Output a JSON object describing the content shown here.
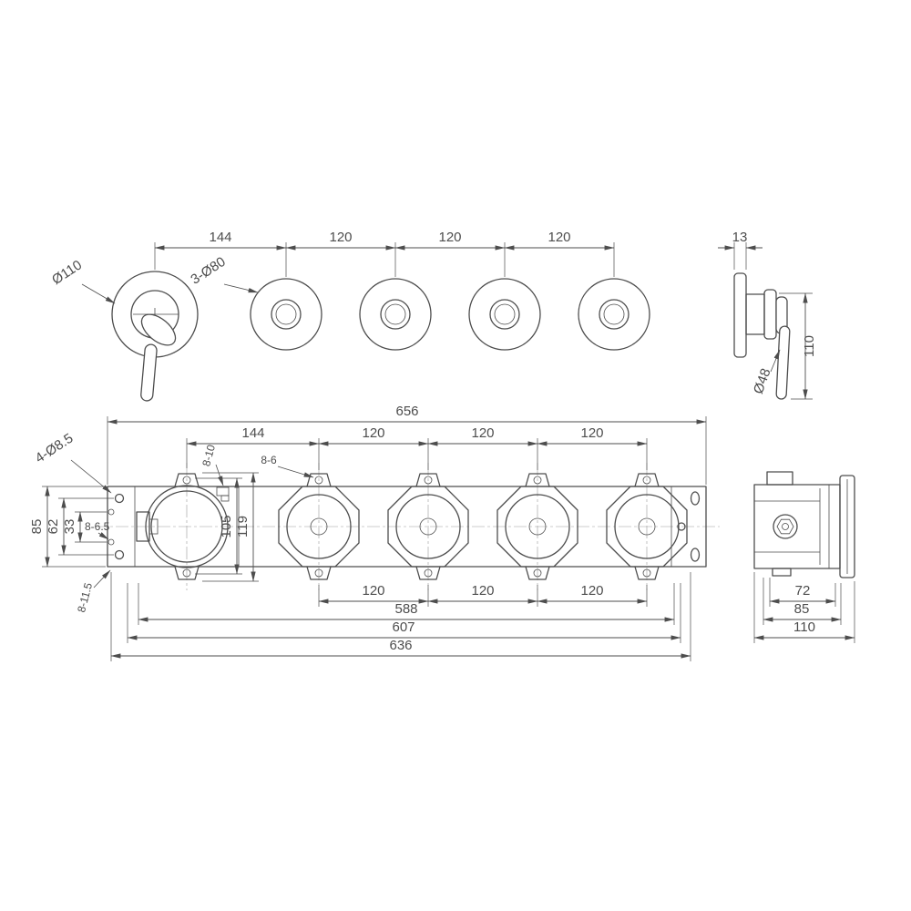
{
  "front_view": {
    "dim_144": "144",
    "dim_120_1": "120",
    "dim_120_2": "120",
    "dim_120_3": "120",
    "label_dia110": "Ø110",
    "label_3_dia80": "3-Ø80"
  },
  "front_side_view": {
    "dim_13": "13",
    "dim_110": "110",
    "label_dia48": "Ø48"
  },
  "plan_view": {
    "dim_656": "656",
    "dim_144": "144",
    "dim_120_1": "120",
    "dim_120_2": "120",
    "dim_120_3": "120",
    "label_8_10": "8-10",
    "label_8_6": "8-6",
    "label_4_dia8_5": "4-Ø8.5",
    "dim_85": "85",
    "dim_62": "62",
    "dim_33": "33",
    "label_8_6_5": "8-6.5",
    "dim_105": "105",
    "dim_119": "119",
    "label_8_11_5": "8-11.5",
    "dim_120_b1": "120",
    "dim_120_b2": "120",
    "dim_120_b3": "120",
    "dim_588": "588",
    "dim_607": "607",
    "dim_636": "636"
  },
  "plan_side_view": {
    "dim_72": "72",
    "dim_85": "85",
    "dim_110": "110"
  }
}
